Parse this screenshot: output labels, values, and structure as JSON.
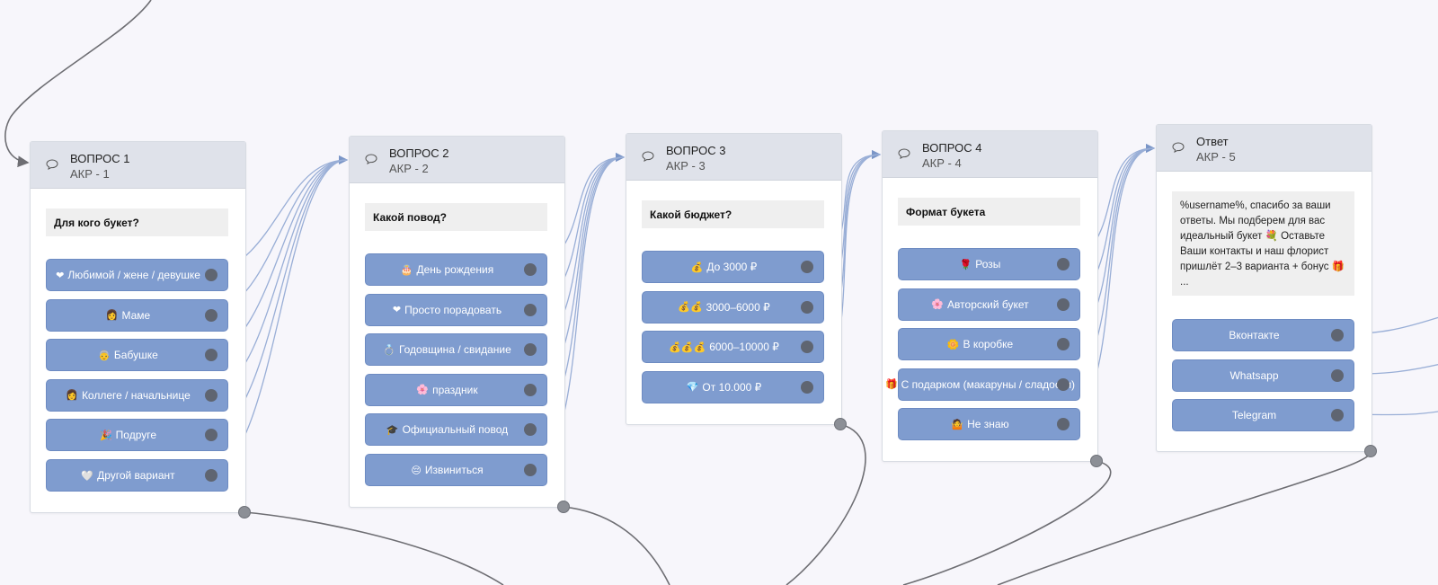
{
  "nodes": [
    {
      "title": "ВОПРОС 1",
      "subtitle": "АКР - 1",
      "message": "Для кого букет?",
      "options": [
        {
          "icon": "❤",
          "label": "Любимой / жене / девушке"
        },
        {
          "icon": "👩",
          "label": "Маме"
        },
        {
          "icon": "👵",
          "label": "Бабушке"
        },
        {
          "icon": "👩",
          "label": "Коллеге / начальнице"
        },
        {
          "icon": "🎉",
          "label": "Подруге"
        },
        {
          "icon": "🤍",
          "label": "Другой вариант"
        }
      ]
    },
    {
      "title": "ВОПРОС 2",
      "subtitle": "АКР - 2",
      "message": "Какой повод?",
      "options": [
        {
          "icon": "🎂",
          "label": "День рождения"
        },
        {
          "icon": "❤",
          "label": "Просто порадовать"
        },
        {
          "icon": "💍",
          "label": "Годовщина / свидание"
        },
        {
          "icon": "🌸",
          "label": "праздник"
        },
        {
          "icon": "🎓",
          "label": "Официальный повод"
        },
        {
          "icon": "😔",
          "label": "Извиниться"
        }
      ]
    },
    {
      "title": "ВОПРОС 3",
      "subtitle": "АКР - 3",
      "message": "Какой бюджет?",
      "options": [
        {
          "icon": "💰",
          "label": "До 3000 ₽"
        },
        {
          "icon": "💰💰",
          "label": "3000–6000 ₽"
        },
        {
          "icon": "💰💰💰",
          "label": "6000–10000 ₽"
        },
        {
          "icon": "💎",
          "label": "От 10.000 ₽"
        }
      ]
    },
    {
      "title": "ВОПРОС 4",
      "subtitle": "АКР - 4",
      "message": "Формат букета",
      "options": [
        {
          "icon": "🌹",
          "label": "Розы"
        },
        {
          "icon": "🌸",
          "label": "Авторский букет"
        },
        {
          "icon": "🌼",
          "label": "В коробке"
        },
        {
          "icon": "🎁",
          "label": "С подарком (макаруны / сладости)"
        },
        {
          "icon": "🤷",
          "label": "Не знаю"
        }
      ]
    },
    {
      "title": "Ответ",
      "subtitle": "АКР - 5",
      "message": "%username%, спасибо за ваши ответы. Мы подберем для вас идеальный букет 💐 Оставьте Ваши контакты и наш флорист пришлёт 2–3 варианта + бонус 🎁 ...",
      "options": [
        {
          "icon": "",
          "label": "Вконтакте"
        },
        {
          "icon": "",
          "label": "Whatsapp"
        },
        {
          "icon": "",
          "label": "Telegram"
        }
      ]
    }
  ],
  "colors": {
    "canvas": "#f7f6fb",
    "node_header": "#dfe2ea",
    "option_fill": "#7f9ccf",
    "link_line": "#8fa7d3",
    "flow_line": "#6e6e73",
    "port": "#5f6571"
  },
  "icons": {
    "node_header": "chat-bubble-icon",
    "option_port": "connector-port-icon",
    "node_exit_port": "exit-port-icon"
  }
}
